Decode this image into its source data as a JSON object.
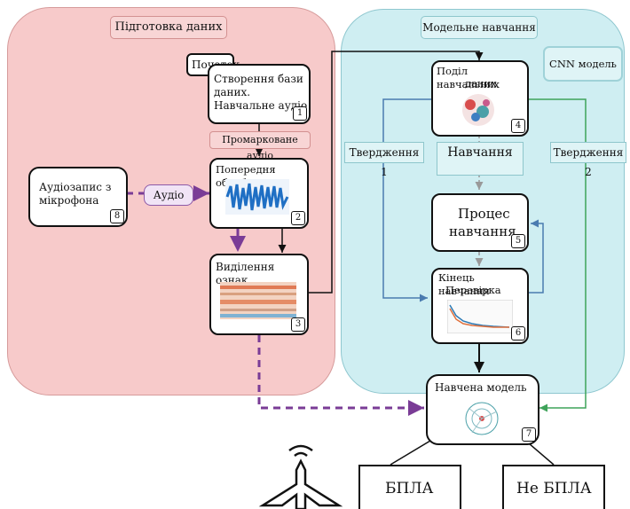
{
  "regions": {
    "data_prep": "Підготовка даних",
    "model_training": "Модельне навчання",
    "cnn_model": "CNN модель"
  },
  "nodes": {
    "start": "Початок",
    "create_db_line1": "Створення бази",
    "create_db_line2": "даних.",
    "create_db_line3": "Навчальне аудіо",
    "create_db_num": "1",
    "labeled_audio": "Промарковане аудіо",
    "preprocessing": "Попередня обробка",
    "preprocessing_num": "2",
    "audio_source_line1": "Аудіозапис з",
    "audio_source_line2": "мікрофона",
    "audio_source_num": "8",
    "audio_label": "Аудіо",
    "features": "Виділення ознак",
    "features_num": "3",
    "split_line1": "Поділ навчальних",
    "split_line2": "даних",
    "split_num": "4",
    "assertion1": "Твердження 1",
    "training": "Навчання",
    "assertion2": "Твердження 2",
    "process_line1": "Процес",
    "process_line2": "навчання",
    "process_num": "5",
    "end_line1": "Кінець навчання",
    "end_line2": "Перевірка",
    "end_num": "6",
    "trained_model": "Навчена модель",
    "trained_model_num": "7",
    "uav": "БПЛА",
    "not_uav": "Не БПЛА"
  },
  "colors": {
    "data_prep_bg": "#f7caca",
    "model_training_bg": "#cfeef2",
    "audio_arrow": "#7a3c96",
    "assertion1_line": "#4a7bb0",
    "assertion2_line": "#3fa35a"
  }
}
